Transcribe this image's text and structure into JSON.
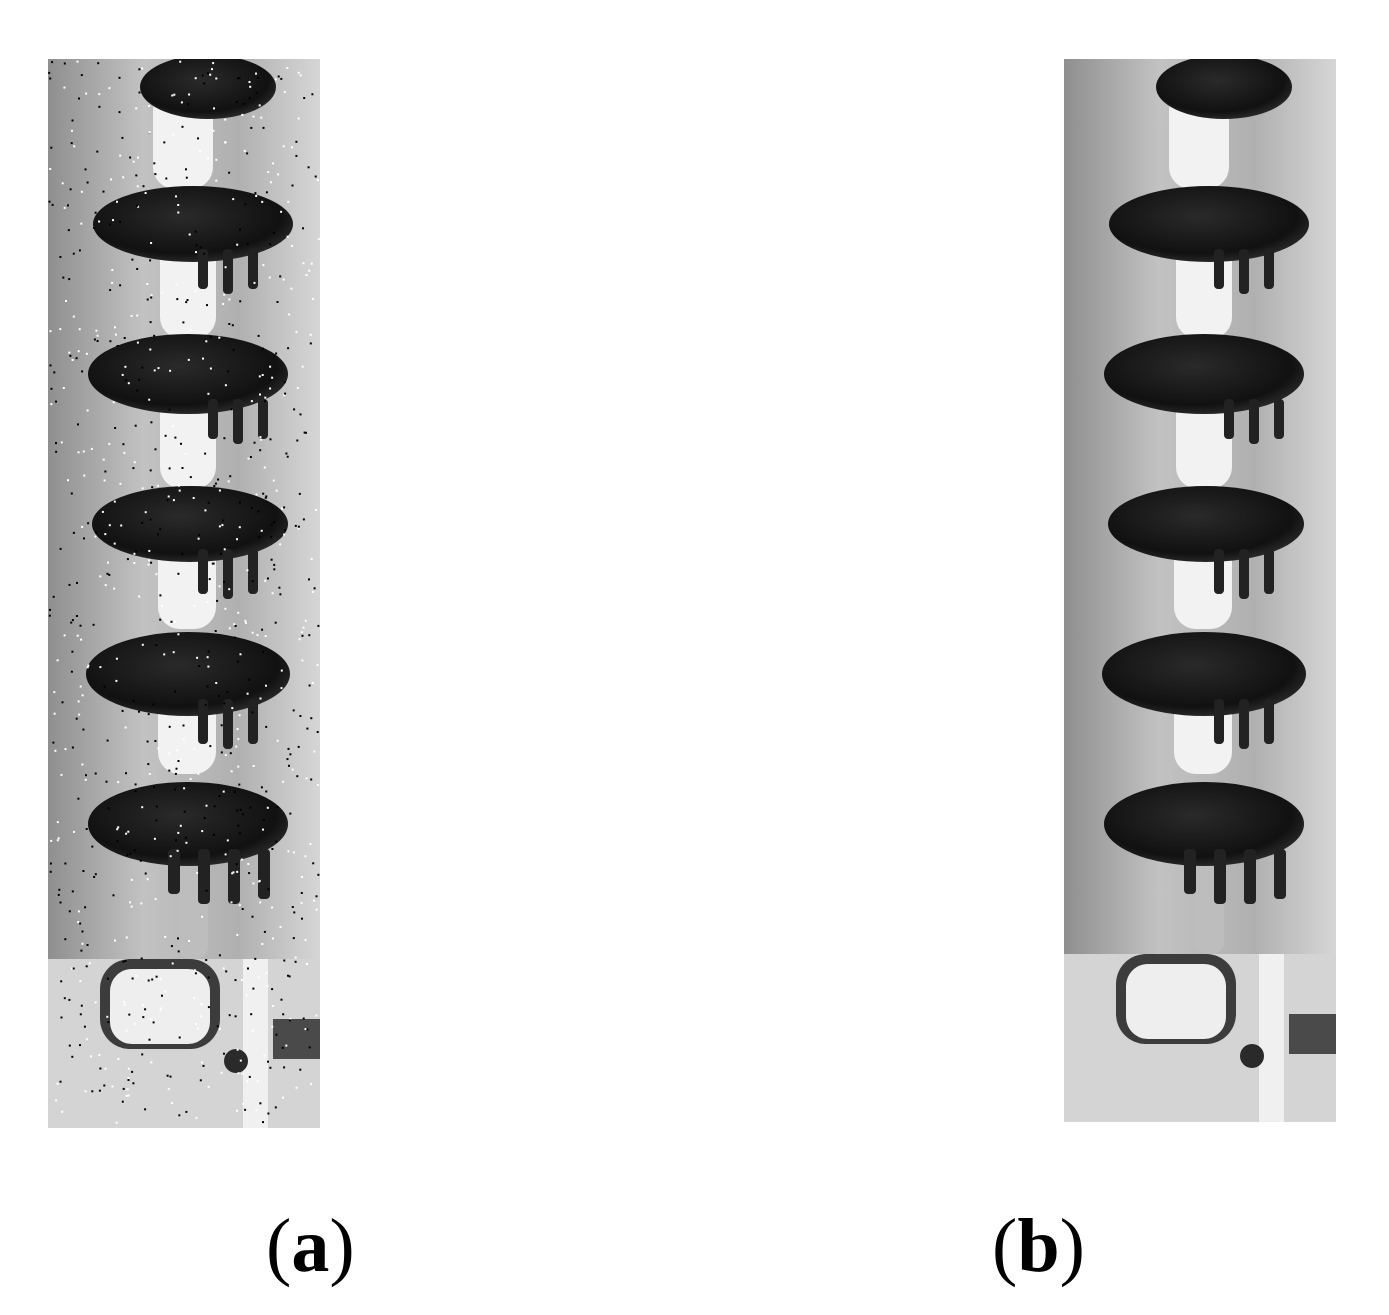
{
  "figure": {
    "panels": [
      {
        "id": "a",
        "open_paren": "(",
        "letter": "a",
        "close_paren": ")",
        "noisy": true
      },
      {
        "id": "b",
        "open_paren": "(",
        "letter": "b",
        "close_paren": ")",
        "noisy": false
      }
    ]
  },
  "colors": {
    "background": "#ffffff",
    "text": "#000000",
    "wall_light": "#d9d9d9",
    "wall_mid": "#a8a8a8",
    "disc_dark": "#141414",
    "stem_white": "#f4f4f4"
  }
}
